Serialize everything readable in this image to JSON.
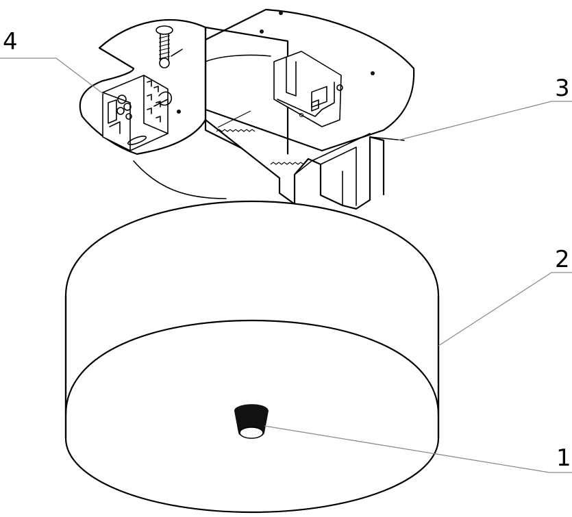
{
  "callouts": [
    {
      "label": "1",
      "part": "knob"
    },
    {
      "label": "2",
      "part": "cylindrical-housing"
    },
    {
      "label": "3",
      "part": "bracket-channel"
    },
    {
      "label": "4",
      "part": "terminal-block"
    }
  ],
  "colors": {
    "line": "#000000",
    "leader": "#8a8a8a",
    "background": "#ffffff"
  }
}
